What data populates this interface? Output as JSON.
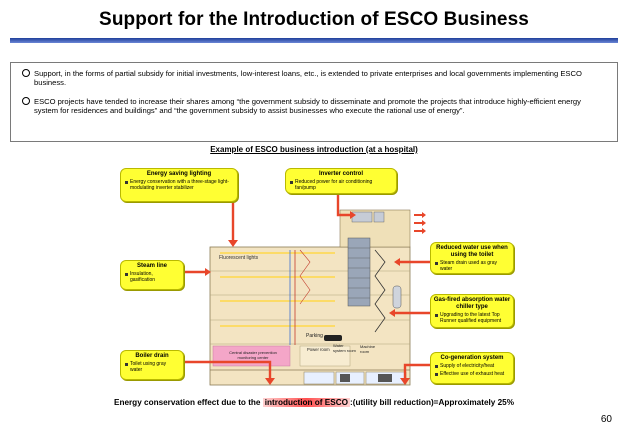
{
  "title": "Support for the Introduction of ESCO Business",
  "bullets": [
    "Support, in the forms of partial subsidy for initial investments, low-interest loans, etc., is extended to private enterprises and local governments implementing ESCO business.",
    "ESCO projects have tended to increase their shares among “the government subsidy to disseminate and promote the projects that introduce highly-efficient energy system for residences and buildings” and “the government subsidy to assist businesses who execute the rational use of energy”."
  ],
  "diagram": {
    "title": "Example of ESCO business introduction (at a hospital)",
    "notes": {
      "lighting": {
        "title": "Energy saving lighting",
        "items": [
          "Energy conservation with a three-stage light-modulating inverter stabilizer"
        ]
      },
      "inverter": {
        "title": "Inverter control",
        "items": [
          "Reduced power for air conditioning fan/pump"
        ]
      },
      "steam": {
        "title": "Steam line",
        "items": [
          "Insulation, gasification"
        ]
      },
      "boiler": {
        "title": "Boiler drain",
        "items": [
          "Toilet using gray water"
        ]
      },
      "water": {
        "title": "Reduced water use when using the toilet",
        "items": [
          "Steam drain used as gray water"
        ]
      },
      "chiller": {
        "title": "Gas-fired absorption water chiller type",
        "items": [
          "Upgrading to the latest Top Runner qualified equipment"
        ]
      },
      "cogen": {
        "title": "Co-generation system",
        "items": [
          "Supply of electricity/heat",
          "Effective use of exhaust heat"
        ]
      }
    },
    "building_labels": {
      "fluorescent": "Fluorescent lights",
      "disaster": "Central disaster prevention monitoring center",
      "parking": "Parking",
      "power": "Power room",
      "water_room": "Water system room",
      "machine": "Machine room"
    }
  },
  "effect": {
    "before": "Energy conservation effect due to the ",
    "highlight": "introduction of ESCO",
    "after": ":(utility bill reduction)=Approximately 25%"
  },
  "page_number": "60",
  "colors": {
    "accent": "#1f3f9a",
    "note": "#ffff33",
    "arrow": "#e8462a",
    "building": "#f2e2bf"
  }
}
